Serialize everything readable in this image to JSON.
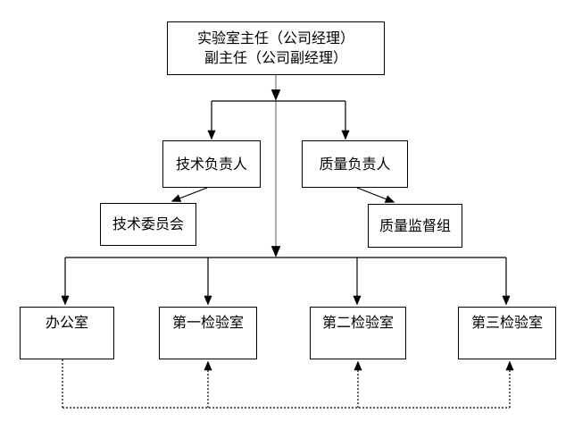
{
  "diagram": {
    "nodes": {
      "director": {
        "line1": "实验室主任（公司经理）",
        "line2": "副主任（公司副经理）"
      },
      "tech_lead": {
        "label": "技术负责人"
      },
      "quality_lead": {
        "label": "质量负责人"
      },
      "tech_committee": {
        "label": "技术委员会"
      },
      "quality_supervision": {
        "label": "质量监督组"
      },
      "office": {
        "label": "办公室"
      },
      "lab1": {
        "label": "第一检验室"
      },
      "lab2": {
        "label": "第二检验室"
      },
      "lab3": {
        "label": "第三检验室"
      }
    },
    "edges": [
      {
        "from": "director",
        "to": "tech_lead",
        "style": "solid-arrow"
      },
      {
        "from": "director",
        "to": "quality_lead",
        "style": "solid-arrow"
      },
      {
        "from": "director",
        "to": "distribution-line",
        "style": "solid-arrow-gray-trunk"
      },
      {
        "from": "tech_lead",
        "to": "tech_committee",
        "style": "solid-arrow-diagonal"
      },
      {
        "from": "quality_lead",
        "to": "quality_supervision",
        "style": "solid-arrow-diagonal"
      },
      {
        "from": "distribution-line",
        "to": "office",
        "style": "solid-arrow"
      },
      {
        "from": "distribution-line",
        "to": "lab1",
        "style": "solid-arrow"
      },
      {
        "from": "distribution-line",
        "to": "lab2",
        "style": "solid-arrow"
      },
      {
        "from": "distribution-line",
        "to": "lab3",
        "style": "solid-arrow"
      },
      {
        "from": "office",
        "to": "lab1",
        "style": "dotted-arrow"
      },
      {
        "from": "office",
        "to": "lab2",
        "style": "dotted-arrow"
      },
      {
        "from": "office",
        "to": "lab3",
        "style": "dotted-arrow"
      }
    ],
    "colors": {
      "line": "#000000",
      "center_line": "#8a8a8a",
      "box_border": "#000000",
      "background": "#ffffff",
      "text": "#000000"
    }
  }
}
